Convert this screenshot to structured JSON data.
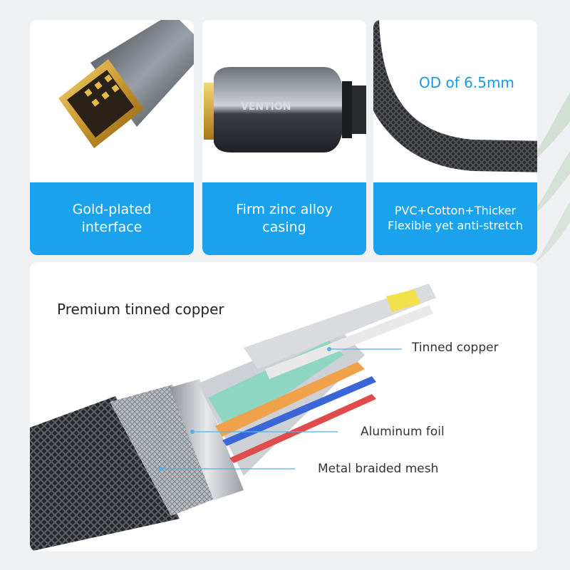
{
  "cards": [
    {
      "caption_lines": [
        "Gold-plated",
        "interface"
      ]
    },
    {
      "caption_lines": [
        "Firm zinc alloy",
        "casing"
      ]
    },
    {
      "caption_lines": [
        "PVC+Cotton+Thicker",
        "Flexible yet anti-stretch"
      ]
    }
  ],
  "cable_spec": "OD of 6.5mm",
  "brand_marking": "VENTION",
  "panel": {
    "title": "Premium tinned copper",
    "callouts": [
      "Tinned copper",
      "Aluminum foil",
      "Metal braided mesh"
    ]
  },
  "colors": {
    "caption_blue": "#1aa2ec",
    "accent_text_blue": "#1a9ae6",
    "leader_line_blue": "#4fb3ea"
  }
}
